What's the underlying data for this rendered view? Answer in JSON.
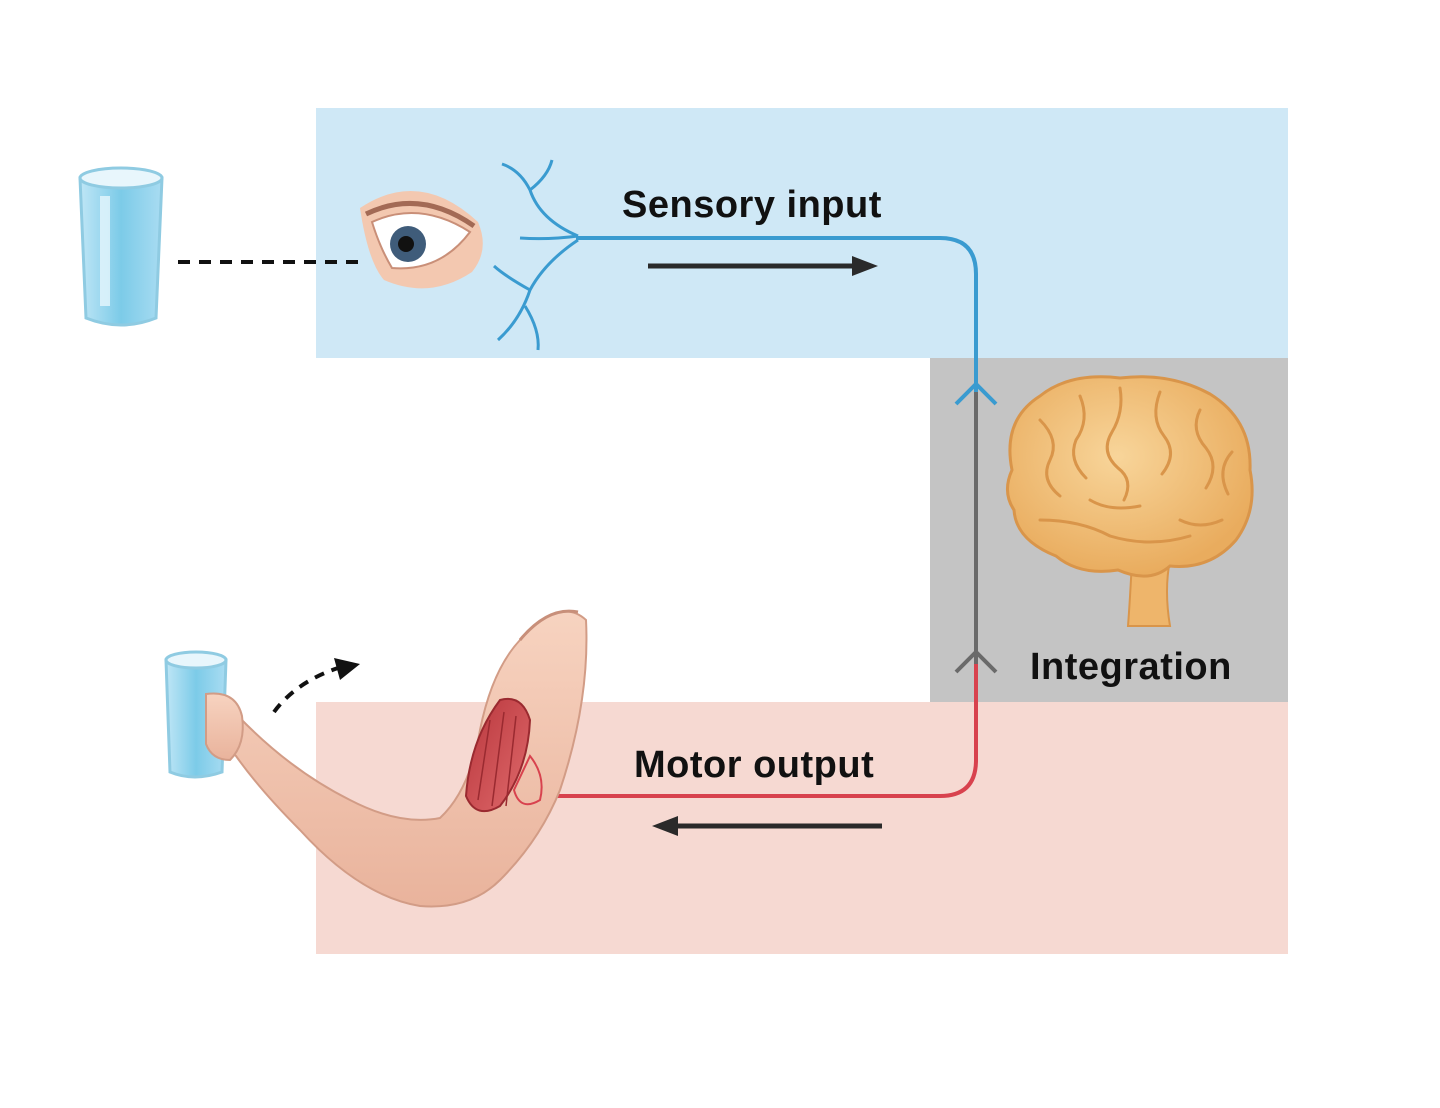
{
  "labels": {
    "sensory_input": "Sensory input",
    "integration": "Integration",
    "motor_output": "Motor output"
  },
  "colors": {
    "sensory_region": "#cfe8f6",
    "integration_region": "#c4c4c4",
    "motor_region": "#f6d9d2",
    "sensory_nerve": "#3a9bd0",
    "motor_nerve": "#d8424e",
    "integration_nerve": "#6a6a6a",
    "arrow": "#2a2a2a",
    "brain": "#f2c07a"
  },
  "icons": [
    "glass-icon",
    "eye-icon",
    "brain-icon",
    "arm-icon",
    "muscle-icon",
    "glass-in-hand-icon"
  ]
}
